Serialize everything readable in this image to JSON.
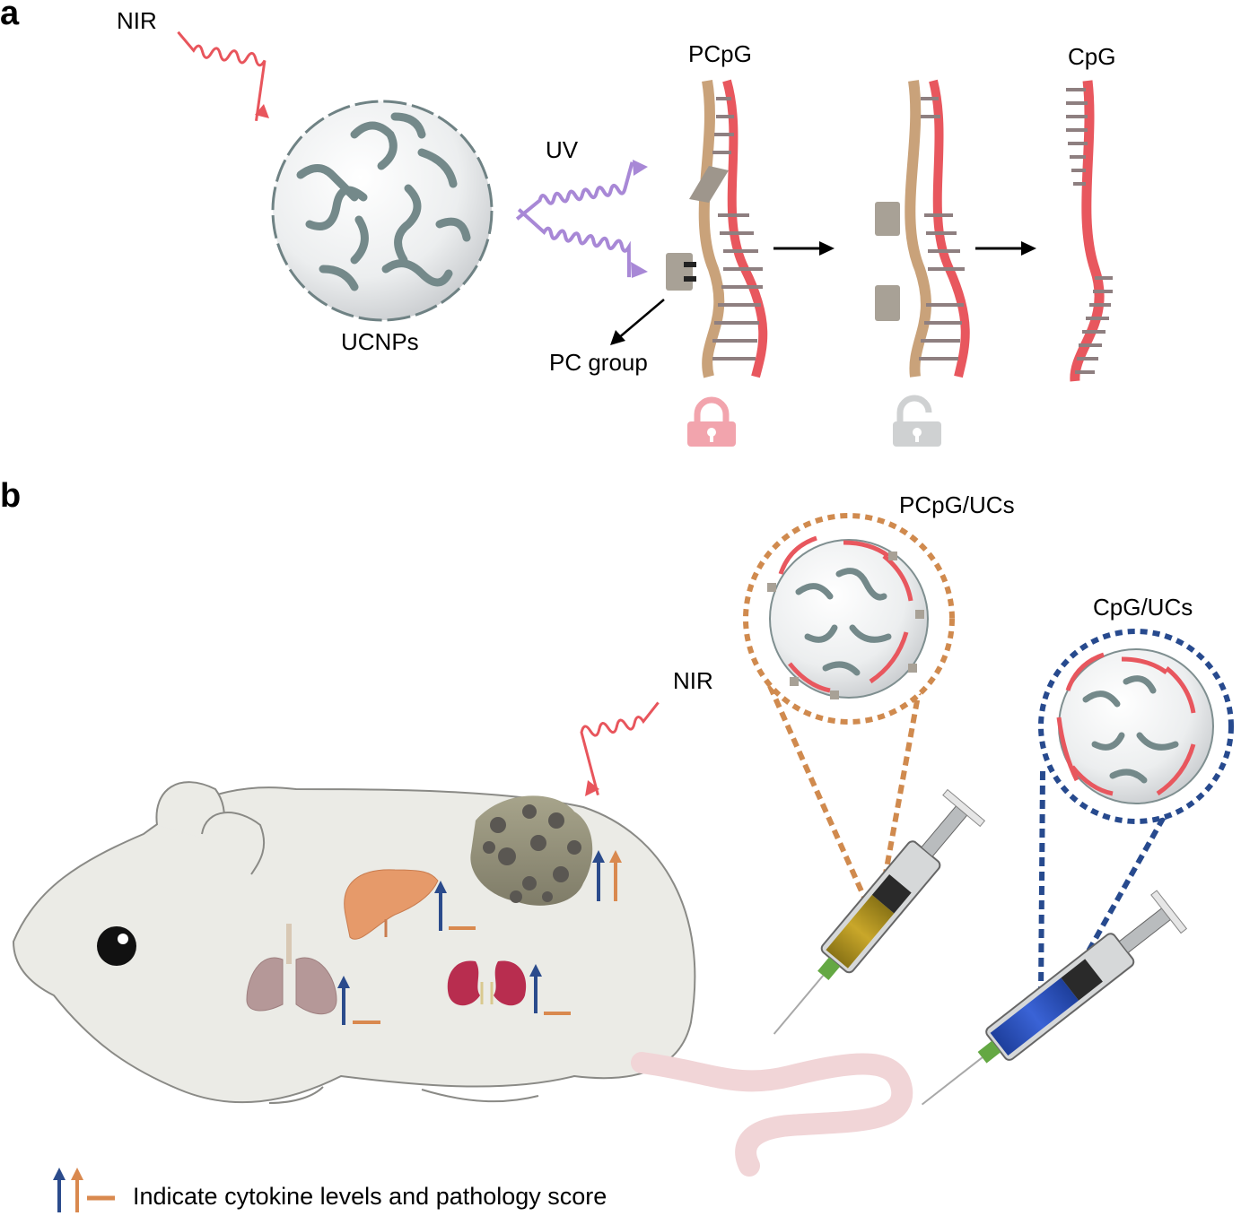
{
  "panel_a": {
    "letter": "a",
    "nir_label": "NIR",
    "uv_label": "UV",
    "ucnps_label": "UCNPs",
    "pcpg_label": "PCpG",
    "cpg_label": "CpG",
    "pc_group_label": "PC group",
    "lock_states": [
      "locked",
      "unlocked"
    ]
  },
  "panel_b": {
    "letter": "b",
    "nir_label": "NIR",
    "pcpg_ucs_label": "PCpG/UCs",
    "cpg_ucs_label": "CpG/UCs",
    "legend_text": "Indicate cytokine levels and pathology score"
  },
  "colors": {
    "blue_arrow": "#2b4b8c",
    "orange_arrow": "#d9894f",
    "nir_wave": "#e8555c",
    "uv_wave": "#a888d6",
    "dna_red": "#e8575e",
    "dna_tan": "#c9a27a",
    "orange_dots": "#d08a4e",
    "blue_dots": "#274a8e",
    "lock_red": "#f2a4ad",
    "lock_gray": "#cfd1d2"
  },
  "icons": [
    "wave-icon",
    "lock-icon",
    "unlock-icon",
    "syringe-icon",
    "mouse-icon",
    "liver-icon",
    "lung-icon",
    "kidney-icon",
    "tumor-icon"
  ]
}
